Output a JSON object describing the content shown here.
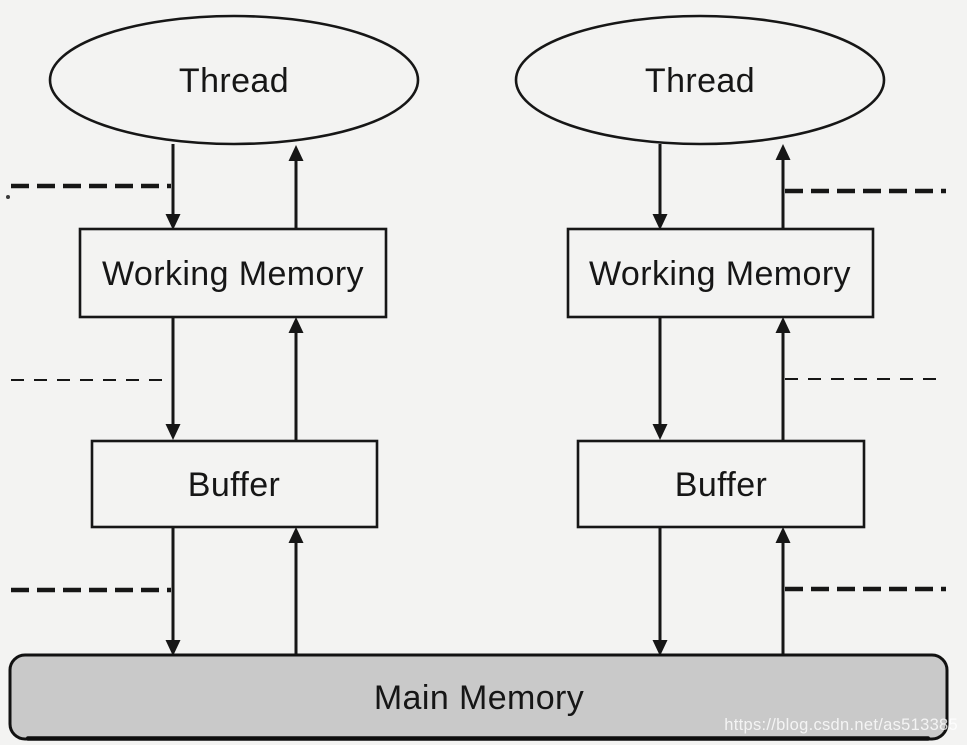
{
  "diagram": {
    "description": "Java memory model style diagram: two threads each with a working memory and buffer, both connected to one shared main memory",
    "nodes": {
      "thread_left": "Thread",
      "thread_right": "Thread",
      "working_memory_left": "Working Memory",
      "working_memory_right": "Working Memory",
      "buffer_left": "Buffer",
      "buffer_right": "Buffer",
      "main_memory": "Main Memory"
    },
    "colors": {
      "background": "#f3f3f2",
      "line_stroke": "#161616",
      "box_fill": "#f3f3f2",
      "main_memory_fill": "#c9c9c9",
      "watermark": "rgba(255,255,255,0.8)"
    }
  },
  "watermark": {
    "text": "https://blog.csdn.net/as513385"
  }
}
